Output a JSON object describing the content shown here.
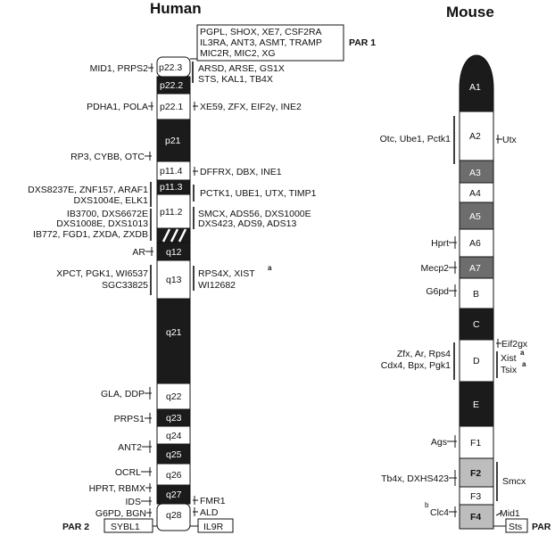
{
  "human": {
    "title": "Human",
    "bands": [
      {
        "id": "p22.3",
        "color": "white"
      },
      {
        "id": "p22.2",
        "color": "black"
      },
      {
        "id": "p22.1",
        "color": "white"
      },
      {
        "id": "p21",
        "color": "black"
      },
      {
        "id": "p11.4",
        "color": "white"
      },
      {
        "id": "p11.3",
        "color": "black"
      },
      {
        "id": "p11.2",
        "color": "white"
      },
      {
        "id": "q12",
        "color": "black"
      },
      {
        "id": "q13",
        "color": "white"
      },
      {
        "id": "q21",
        "color": "black"
      },
      {
        "id": "q22",
        "color": "white"
      },
      {
        "id": "q23",
        "color": "black"
      },
      {
        "id": "q24",
        "color": "white"
      },
      {
        "id": "q25",
        "color": "black"
      },
      {
        "id": "q26",
        "color": "white"
      },
      {
        "id": "q27",
        "color": "black"
      },
      {
        "id": "q28",
        "color": "white"
      }
    ],
    "par1": {
      "label": "PAR 1",
      "lines": [
        "PGPL, SHOX, XE7, CSF2RA",
        "IL3RA, ANT3, ASMT, TRAMP",
        "MIC2R, MIC2, XG"
      ]
    },
    "par2": {
      "label": "PAR 2",
      "left": "SYBL1",
      "right": "IL9R"
    },
    "left_genes": [
      "MID1, PRPS2",
      "PDHA1, POLA",
      "RP3, CYBB, OTC",
      "DXS8237E, ZNF157, ARAF1",
      "DXS1004E, ELK1",
      "IB3700, DXS6672E",
      "DXS1008E, DXS1013",
      "IB772, FGD1, ZXDA, ZXDB",
      "AR",
      "XPCT, PGK1, WI6537",
      "SGC33825",
      "GLA, DDP",
      "PRPS1",
      "ANT2",
      "OCRL",
      "HPRT, RBMX",
      "IDS",
      "G6PD, BGN"
    ],
    "right_genes": [
      "ARSD, ARSE, GS1X",
      "STS, KAL1, TB4X",
      "XE59, ZFX, EIF2γ, INE2",
      "DFFRX, DBX, INE1",
      "PCTK1, UBE1, UTX, TIMP1",
      "SMCX, ADS56, DXS1000E",
      "DXS423, ADS9, ADS13",
      "RPS4X, XIST",
      "WI12682",
      "FMR1",
      "ALD"
    ],
    "superscript_a": "a"
  },
  "mouse": {
    "title": "Mouse",
    "bands": [
      {
        "id": "A1",
        "color": "black"
      },
      {
        "id": "A2",
        "color": "white"
      },
      {
        "id": "A3",
        "color": "gray"
      },
      {
        "id": "A4",
        "color": "white"
      },
      {
        "id": "A5",
        "color": "gray"
      },
      {
        "id": "A6",
        "color": "white"
      },
      {
        "id": "A7",
        "color": "gray"
      },
      {
        "id": "B",
        "color": "white"
      },
      {
        "id": "C",
        "color": "black"
      },
      {
        "id": "D",
        "color": "white"
      },
      {
        "id": "E",
        "color": "black"
      },
      {
        "id": "F1",
        "color": "white"
      },
      {
        "id": "F2",
        "color": "lightgray"
      },
      {
        "id": "F3",
        "color": "white"
      },
      {
        "id": "F4",
        "color": "lightgray"
      }
    ],
    "left_genes": [
      "Otc, Ube1, Pctk1",
      "Hprt",
      "Mecp2",
      "G6pd",
      "Zfx, Ar, Rps4",
      "Cdx4, Bpx, Pgk1",
      "Ags",
      "Tb4x, DXHS423",
      "Clc4"
    ],
    "right_genes": [
      "Utx",
      "Eif2gx",
      "Xist",
      "Tsix",
      "Smcx",
      "Mid1"
    ],
    "par": {
      "label": "PAR",
      "gene": "Sts"
    },
    "superscript_a": "a",
    "superscript_b": "b"
  },
  "colors": {
    "black": "#1b1b1b",
    "gray": "#6d6d6d",
    "lightgray": "#bdbdbd",
    "white": "#ffffff"
  }
}
